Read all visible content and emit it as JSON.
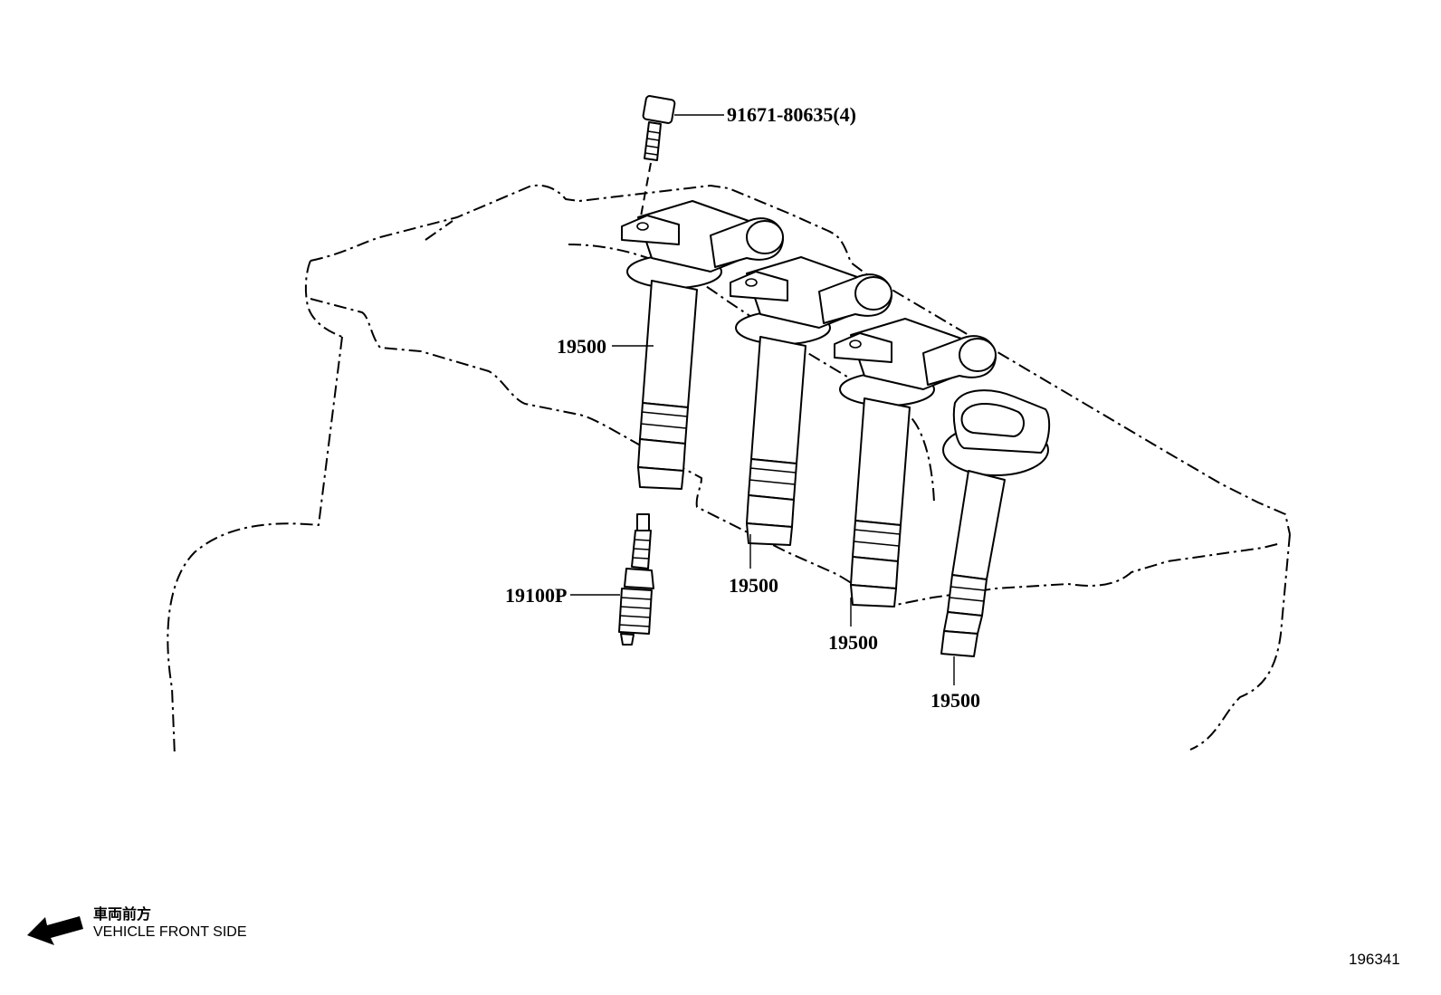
{
  "diagram": {
    "callouts": {
      "bolt": "91671-80635(4)",
      "coil_1": "19500",
      "coil_2": "19500",
      "coil_3": "19500",
      "coil_4": "19500",
      "spark_plug": "19100P"
    },
    "vehicle_front": {
      "label_jp": "車両前方",
      "label_en": "VEHICLE FRONT SIDE"
    },
    "figure_id": "196341",
    "icons": {
      "front_arrow": "arrow-left-down-icon"
    },
    "colors": {
      "ink": "#000000",
      "background": "#ffffff"
    }
  }
}
